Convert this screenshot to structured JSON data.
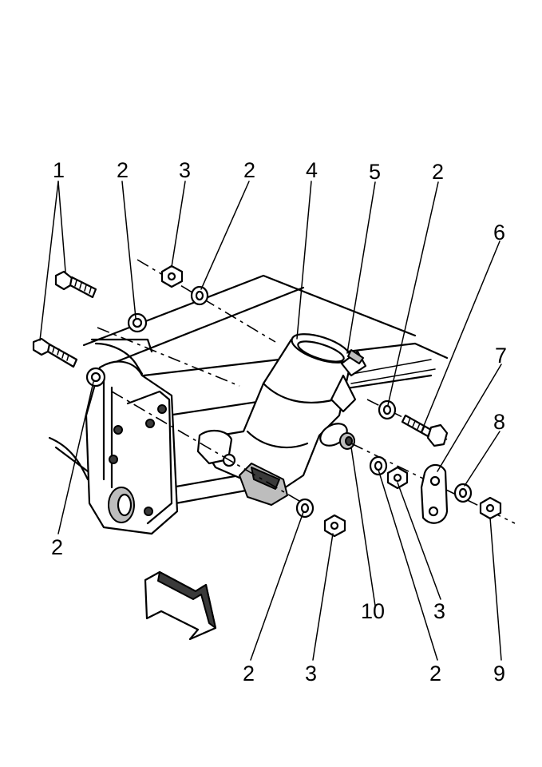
{
  "diagram": {
    "callouts": {
      "c1": "1",
      "c2_a": "2",
      "c3_a": "3",
      "c2_b": "2",
      "c4": "4",
      "c5": "5",
      "c2_c": "2",
      "c6": "6",
      "c7": "7",
      "c8": "8",
      "c2_d": "2",
      "c10": "10",
      "c3_b": "3",
      "c2_e": "2",
      "c3_c": "3",
      "c2_f": "2",
      "c9": "9"
    },
    "icons": {
      "direction": "front-direction-arrow-icon"
    }
  }
}
